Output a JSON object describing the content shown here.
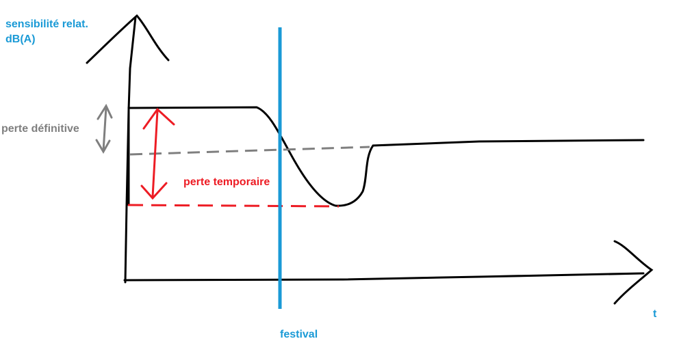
{
  "y_axis": {
    "label_line1": "sensibilité relat.",
    "label_line2": "dB(A)"
  },
  "x_axis": {
    "label": "t"
  },
  "annotations": {
    "permanent_loss": "perte définitive",
    "temporary_loss": "perte temporaire",
    "event": "festival"
  },
  "colors": {
    "axis_label": "#1a9ad6",
    "permanent": "#7f7f7f",
    "temporary": "#ed1c24",
    "curve": "#000000",
    "event_line": "#1a9ad6"
  }
}
